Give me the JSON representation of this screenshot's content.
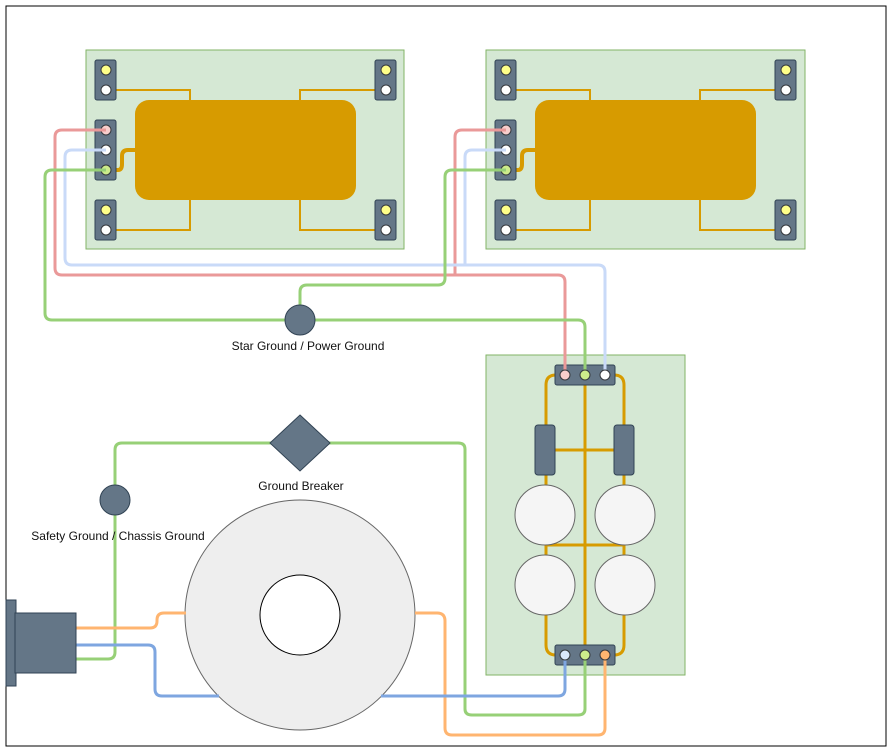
{
  "labels": {
    "star_ground": "Star Ground / Power Ground",
    "ground_breaker": "Ground Breaker",
    "safety_ground": "Safety Ground / Chassis Ground"
  },
  "colors": {
    "board_fill": "#d5e8d4",
    "board_stroke": "#82b366",
    "transformer": "#d79b00",
    "terminal_block": "#647687",
    "pin_yellow": "#ffff88",
    "pin_pink": "#f8cecc",
    "pin_white": "#ffffff",
    "pin_green": "#cdeb8b",
    "pin_blue": "#dae8fc",
    "wire_pink": "#ea9999",
    "wire_lightblue": "#c9daf8",
    "wire_green": "#97d077",
    "wire_orange": "#ffb570",
    "wire_blue": "#7ea6e0",
    "toroid": "#eeeeee",
    "capacitor": "#f5f5f5"
  }
}
